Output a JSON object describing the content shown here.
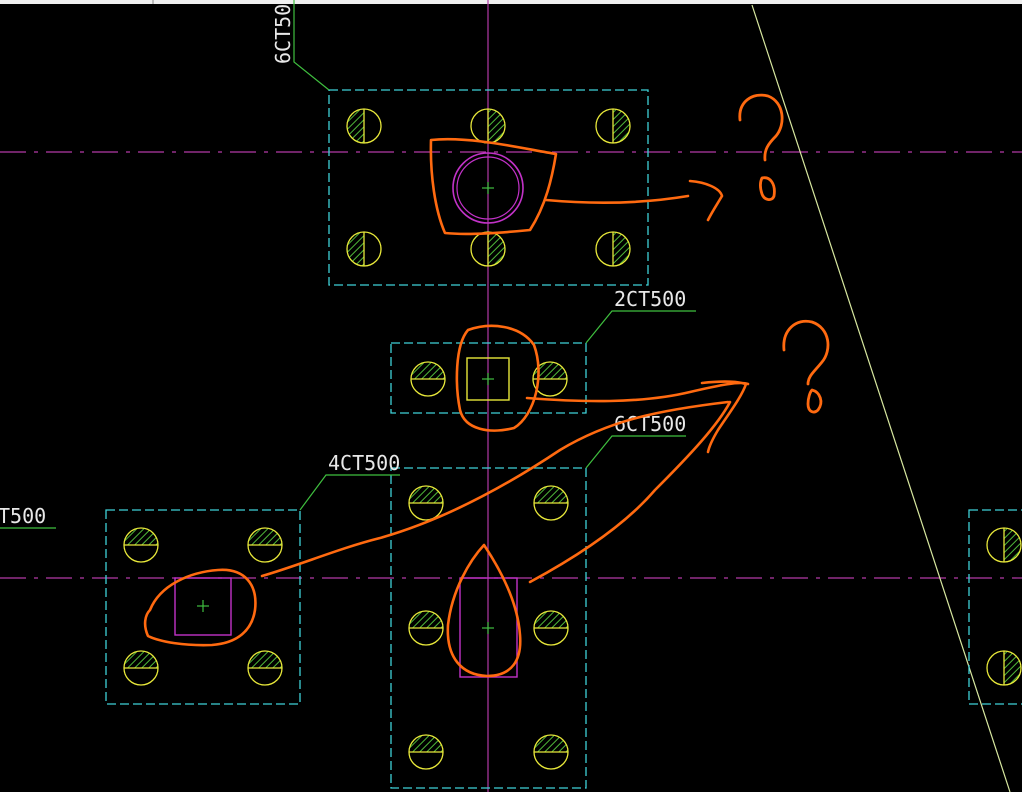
{
  "labels": {
    "top_group": "6CT50",
    "middle_group": "2CT500",
    "lower_right_group": "6CT500",
    "lower_left_group": "4CT500",
    "left_edge_group": "T500"
  },
  "annotations": {
    "question_mark_1": "?",
    "question_mark_2": "?"
  },
  "colors": {
    "background": "#000000",
    "cap_outline": "#3fd1d8",
    "center_line": "#b23aa6",
    "vertical_axis": "#b23aa6",
    "pile_outline": "#e8e83a",
    "pile_hatch": "#4fb83a",
    "leader_line": "#3fbf3f",
    "label_text": "#e8e8e8",
    "column_circle": "#c232c8",
    "column_rect_yellow": "#e8e83a",
    "column_rect_magenta": "#c232c8",
    "markup": "#ff6a10",
    "diagonal": "#d8e8a0"
  }
}
